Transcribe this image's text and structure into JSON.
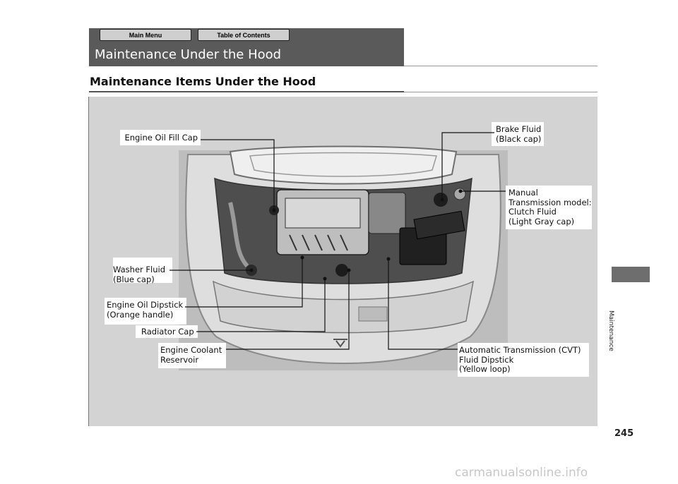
{
  "nav": {
    "main_menu": "Main Menu",
    "toc": "Table of Contents"
  },
  "header": {
    "title": "Maintenance Under the Hood"
  },
  "section": {
    "title": "Maintenance Items Under the Hood"
  },
  "figure": {
    "labels": {
      "engine_oil_fill_cap": "Engine Oil Fill Cap",
      "brake_fluid": "Brake Fluid\n(Black cap)",
      "manual_clutch_fluid": "Manual\nTransmission model:\nClutch Fluid\n(Light Gray cap)",
      "washer_fluid": "Washer Fluid\n(Blue cap)",
      "engine_oil_dipstick": "Engine Oil Dipstick\n(Orange handle)",
      "radiator_cap": "Radiator Cap",
      "engine_coolant_reservoir": "Engine Coolant\nReservoir",
      "cvt_fluid_dipstick": "Automatic Transmission (CVT)\nFluid Dipstick\n(Yellow loop)"
    }
  },
  "sidebar": {
    "chapter": "Maintenance"
  },
  "footer": {
    "page_number": "245",
    "watermark": "carmanualsonline.info"
  }
}
